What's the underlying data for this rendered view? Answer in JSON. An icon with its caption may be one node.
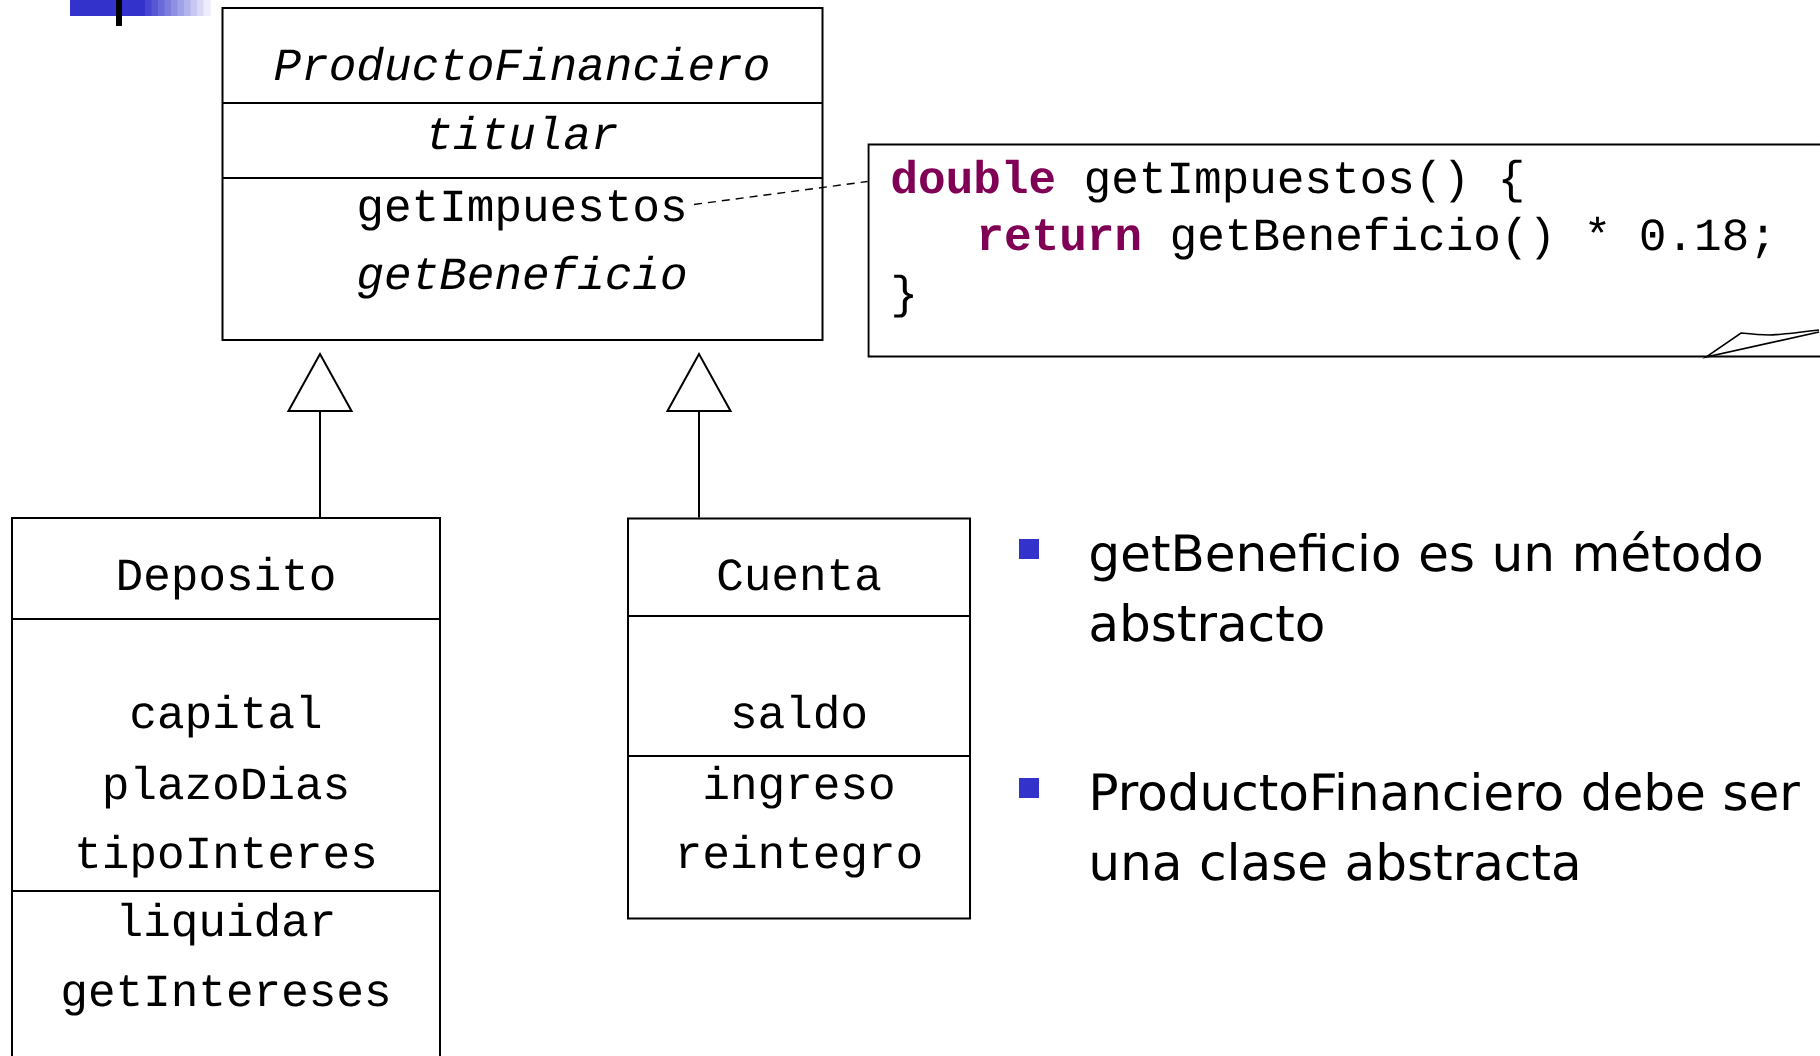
{
  "diagram": {
    "nodes": [
      {
        "text": [
          "ProductoFinanciero",
          "titular",
          "getBeneficio"
        ]
      },
      {
        "text": [
          "getImpuestos"
        ],
        "in": 0
      },
      {
        "text": [
          "**double** getImpuestos() {",
          "**return** getBeneficio() * 0.18;",
          "}"
        ]
      },
      {
        "text": [
          "Deposito",
          "capital",
          "plazoDias",
          "tipoInteres",
          "liquidar",
          "getIntereses"
        ]
      },
      {
        "text": [
          "Cuenta",
          "saldo",
          "ingreso",
          "reintegro"
        ]
      }
    ],
    "edges": [
      {
        "from": 3,
        "to": 0,
        "arrow": "to"
      },
      {
        "from": 4,
        "to": 0,
        "arrow": "to"
      },
      {
        "from": 1,
        "to": 2,
        "arrow": "none",
        "style": "dashed"
      }
    ],
    "labels": [
      "getBeneficio es un método abstracto",
      "ProductoFinanciero debe ser una clase abstracta"
    ]
  }
}
